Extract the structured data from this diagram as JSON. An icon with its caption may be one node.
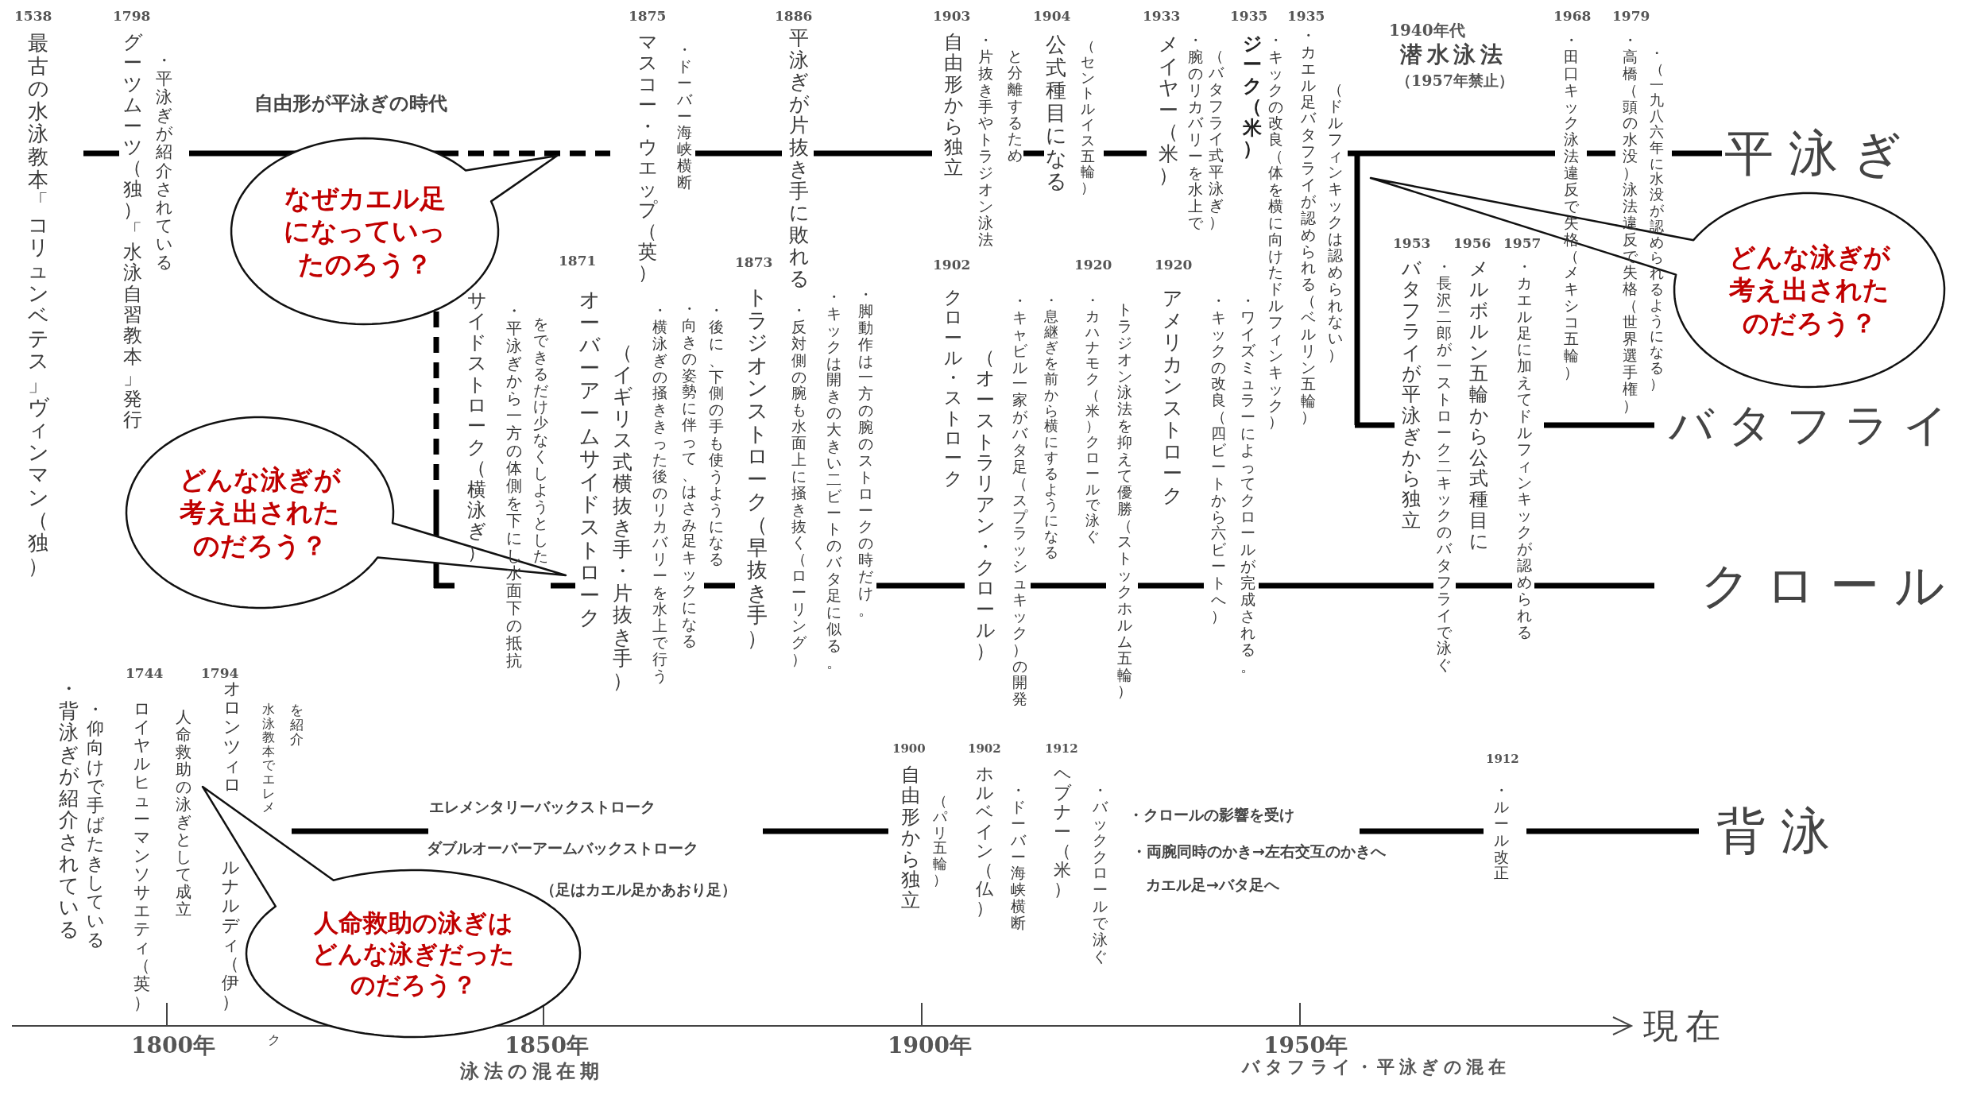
{
  "diagram": {
    "nodes": [
      {
        "text": [
          "なぜカエル足になっていったのろう？"
        ]
      },
      {
        "text": [
          "どんな泳ぎが考え出されたのだろう？"
        ]
      },
      {
        "text": [
          "どんな泳ぎが考え出されたのだろう？"
        ]
      },
      {
        "text": [
          "人命救助の泳ぎはどんな泳ぎだったのだろう？"
        ]
      }
    ],
    "labels": [
      "1538",
      "最古の水泳教本「コリュンベテス」ヴィンマン（独）",
      "1798",
      "グーツムーツ（独）「水泳自習教本」発行",
      "・平泳ぎが紹介されている",
      "自由形が平泳ぎの時代",
      "1875",
      "マスコー・ウエップ（英）",
      "・ドーバー海峡横断",
      "1886",
      "平泳ぎが片抜き手に敗れる",
      "1903",
      "自由形から独立",
      "・片抜き手やトラジオン泳法",
      "と分離するため",
      "1904",
      "公式種目になる",
      "（セントルイス五輪）",
      "1933",
      "メイヤー（米）",
      "・腕のリカバリーを水上で",
      "（バタフライ式平泳ぎ）",
      "1935",
      "ジーク（米）",
      "・キックの改良（体を横に向けたドルフィンキック）",
      "1935",
      "・カエル足バタフライが認められる（ベルリン五輪）",
      "（ドルフィンキックは認められない）",
      "1940年代",
      "潜水泳法",
      "（1957年禁止）",
      "1968",
      "・田口キック泳法違反で失格（メキシコ五輪）",
      "1979",
      "・高橋（頭の水没）泳法違反で失格（世界選手権）",
      "・（一九八六年に水没が認められるようになる）",
      "平泳ぎ",
      "1953",
      "バタフライが平泳ぎから独立",
      "・長沢二郎が一ストローク二キックのバタフライで泳ぐ",
      "1956",
      "メルボルン五輪から公式種目に",
      "1957",
      "・カエル足に加えてドルフィンキックが認められる",
      "バタフライ",
      "1871",
      "サイドストローク（横泳ぎ）",
      "・平泳ぎから一方の体側を下にし水面下の抵抗",
      "をできるだけ少なくしようとした",
      "オーバーアームサイドストローク",
      "（イギリス式横抜き手・片抜き手）",
      "・横泳ぎの掻ききった後のリカバリーを水上で行う",
      "・向きの姿勢に伴って、はさみ足キックになる",
      "・後に、下側の手も使うようになる",
      "1873",
      "トラジオンストローク（早抜き手）",
      "・反対側の腕も水面上に掻き抜く（ローリング）",
      "・キックは開きの大きい二ビートのバタ足に似る。",
      "・脚動作は一方の腕のストロークの時だけ。",
      "1902",
      "クロール・ストローク",
      "（オーストラリアン・クロール）",
      "・キャビル一家がバタ足（スプラッシュキック）の開発",
      "・息継ぎを前から横にするようになる",
      "1920",
      "・カハナモク（米）クロールで泳ぐ",
      "トラジオン泳法を抑えて優勝（ストックホルム五輪）",
      "1920",
      "アメリカンストローク",
      "・キックの改良（四ビートから六ビートへ）",
      "・ワイズミュラーによってクロールが完成される。",
      "クロール",
      "・背泳ぎが紹介されている",
      "・仰向けで手ばたきしている",
      "1744",
      "ロイヤルヒューマンソサエティ（英）",
      "人命救助の泳ぎとして成立",
      "1794",
      "オロンツィロ",
      "ルナルディ（伊）",
      "水泳教本でエレメ",
      "ク",
      "を紹介",
      "エレメンタリーバックストローク",
      "ダブルオーバーアームバックストローク",
      "（足はカエル足かあおり足）",
      "1900",
      "自由形から独立",
      "（パリ五輪）",
      "1902",
      "ホルベイン（仏）",
      "・ドーバー海峡横断",
      "1912",
      "ヘブナー（米）",
      "・バッククロールで泳ぐ",
      "・クロールの影響を受け",
      "・両腕同時のかき→左右交互のかきへ",
      "カエル足→バタ足へ",
      "1912",
      "・ルール改正",
      "背泳",
      "1800年",
      "1850年",
      "泳法の混在期",
      "1900年",
      "1950年",
      "バタフライ・平泳ぎの混在",
      "現在"
    ]
  }
}
